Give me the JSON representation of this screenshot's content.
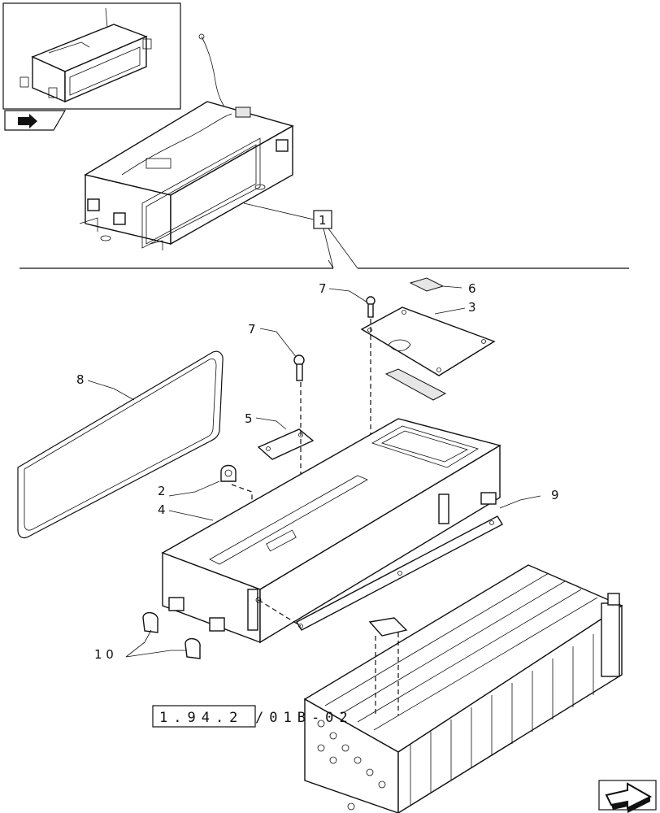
{
  "callouts": {
    "c1": "1",
    "c2": "2",
    "c3": "3",
    "c4": "4",
    "c5": "5",
    "c6": "6",
    "c7a": "7",
    "c7b": "7",
    "c8": "8",
    "c9": "9",
    "c10": "1 0"
  },
  "reference": {
    "boxed": "1.94.2",
    "suffix": "/01B-02"
  },
  "icons": {
    "thumbnail_nav": "page-arrow-icon",
    "next_page": "next-page-arrow-icon"
  }
}
